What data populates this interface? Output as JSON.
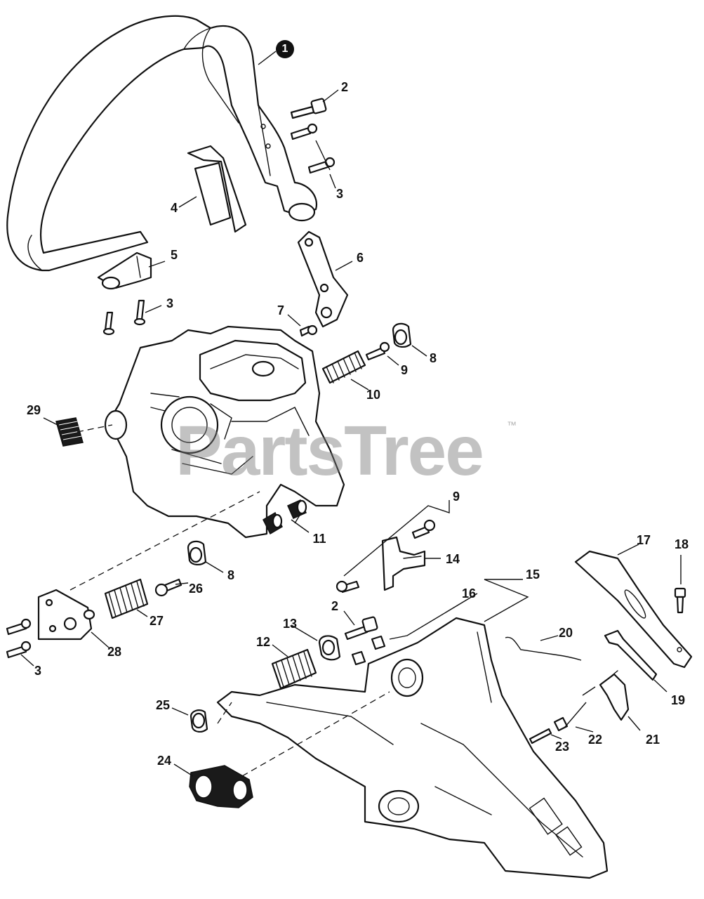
{
  "watermark": {
    "text": "PartsTree",
    "trademark": "™"
  },
  "callouts": {
    "c1": "1",
    "c2a": "2",
    "c2b": "2",
    "c3a": "3",
    "c3b": "3",
    "c3c": "3",
    "c4": "4",
    "c5": "5",
    "c6": "6",
    "c7": "7",
    "c8a": "8",
    "c8b": "8",
    "c9a": "9",
    "c9b": "9",
    "c10": "10",
    "c11": "11",
    "c12": "12",
    "c13": "13",
    "c14": "14",
    "c15": "15",
    "c16": "16",
    "c17": "17",
    "c18": "18",
    "c19": "19",
    "c20": "20",
    "c21": "21",
    "c22": "22",
    "c23": "23",
    "c24": "24",
    "c25": "25",
    "c26": "26",
    "c27": "27",
    "c28": "28",
    "c29": "29"
  }
}
